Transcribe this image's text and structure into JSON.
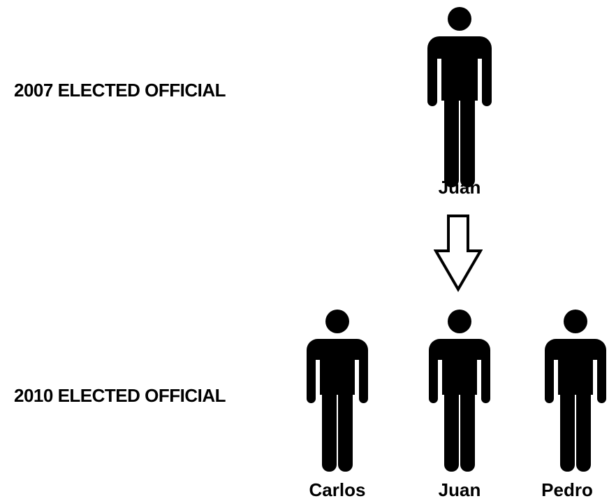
{
  "rows": [
    {
      "label": "2007 ELECTED OFFICIAL",
      "people": [
        {
          "name": "Juan"
        }
      ]
    },
    {
      "label": "2010 ELECTED OFFICIAL",
      "people": [
        {
          "name": "Carlos"
        },
        {
          "name": "Juan"
        },
        {
          "name": "Pedro"
        }
      ]
    }
  ],
  "icons": {
    "person": "person-icon",
    "arrow": "down-arrow-icon"
  },
  "colors": {
    "figure": "#000000",
    "background": "#ffffff"
  }
}
